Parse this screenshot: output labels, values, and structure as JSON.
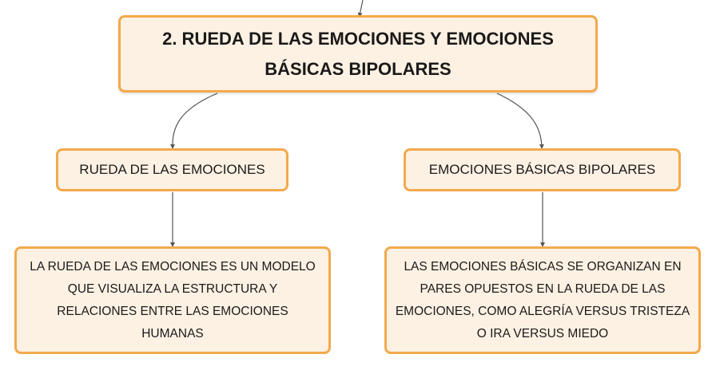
{
  "diagram": {
    "root": {
      "label": "2. RUEDA DE LAS EMOCIONES Y EMOCIONES BÁSICAS BIPOLARES"
    },
    "left_branch": {
      "label": "RUEDA DE LAS EMOCIONES",
      "description": "LA RUEDA DE LAS EMOCIONES ES UN MODELO QUE VISUALIZA LA ESTRUCTURA Y RELACIONES ENTRE LAS EMOCIONES HUMANAS"
    },
    "right_branch": {
      "label": "EMOCIONES BÁSICAS BIPOLARES",
      "description": "LAS EMOCIONES BÁSICAS SE ORGANIZAN EN PARES OPUESTOS EN LA RUEDA DE LAS EMOCIONES, COMO ALEGRÍA VERSUS TRISTEZA O IRA VERSUS MIEDO"
    },
    "colors": {
      "node_fill": "#fdf1e3",
      "node_border": "#f3a94c",
      "connector": "#555555"
    }
  }
}
